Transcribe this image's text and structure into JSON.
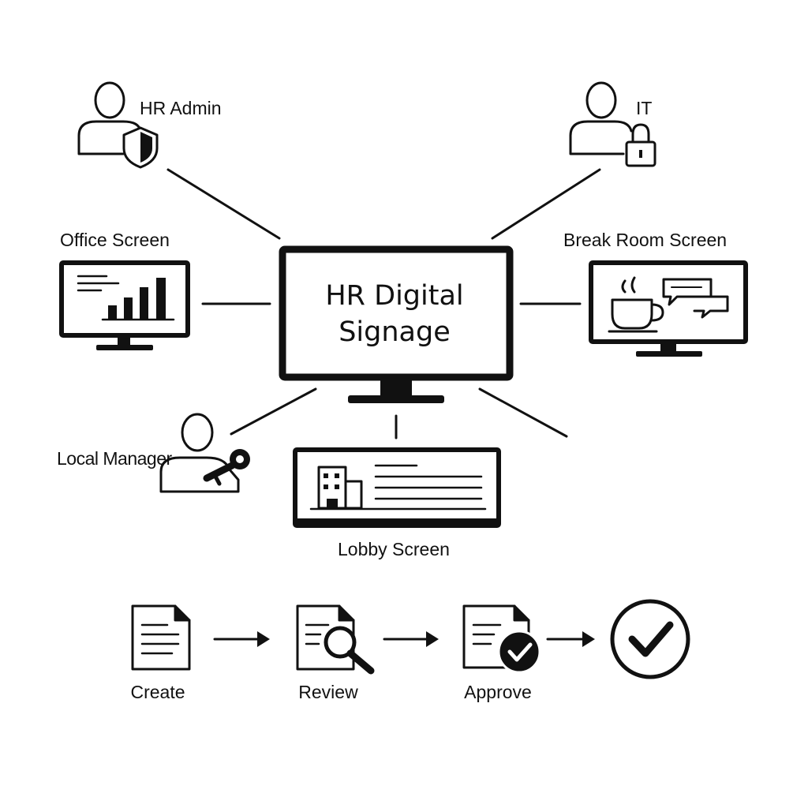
{
  "center": {
    "title_line1": "HR Digital",
    "title_line2": "Signage"
  },
  "roles": [
    {
      "label": "HR Admin",
      "icon": "user-shield-icon"
    },
    {
      "label": "IT",
      "icon": "user-lock-icon"
    },
    {
      "label": "Local Manager",
      "icon": "user-key-icon"
    }
  ],
  "screens": [
    {
      "label": "Office Screen",
      "icon": "bar-chart-icon"
    },
    {
      "label": "Break Room Screen",
      "icon": "coffee-chat-icon"
    },
    {
      "label": "Lobby Screen",
      "icon": "building-icon"
    }
  ],
  "workflow": [
    {
      "label": "Create",
      "icon": "document-icon"
    },
    {
      "label": "Review",
      "icon": "document-search-icon"
    },
    {
      "label": "Approve",
      "icon": "document-check-icon"
    },
    {
      "label": "",
      "icon": "check-circle-icon"
    }
  ],
  "colors": {
    "stroke": "#111111",
    "background": "#ffffff"
  }
}
